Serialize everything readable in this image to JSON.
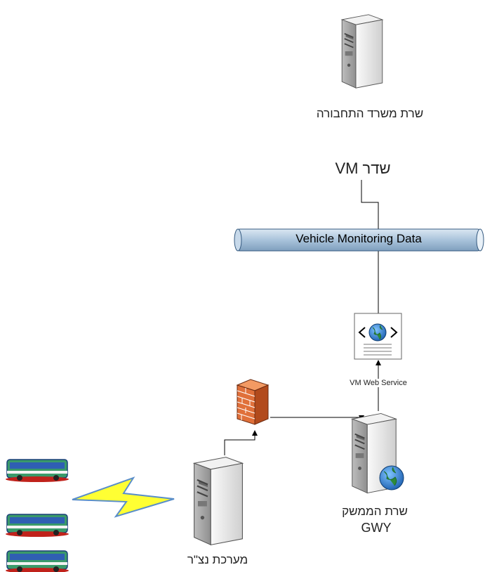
{
  "nodes": {
    "ministry_server": {
      "label": "שרת משרד התחבורה"
    },
    "vm_sender": {
      "label": "שדר  VM"
    },
    "vm_bus": {
      "label": "Vehicle Monitoring Data"
    },
    "web_service": {
      "label": "VM Web Service"
    },
    "gateway_server": {
      "label_line1": "שרת הממשק",
      "label_line2": "GWY"
    },
    "avl_system": {
      "label": "מערכת נצ\"ר"
    }
  },
  "icons": {
    "server": "server-tower-icon",
    "firewall": "firewall-brick-icon",
    "web_document": "web-service-document-icon",
    "globe": "globe-icon",
    "wireless": "lightning-bolt-icon",
    "bus": "bus-icon"
  },
  "colors": {
    "bus_pipe": "#a9c3db",
    "firewall": "#e0703a",
    "bolt": "#ffff33",
    "bus_body": "#3a9a6a",
    "server_body": "#e6e6e6"
  }
}
